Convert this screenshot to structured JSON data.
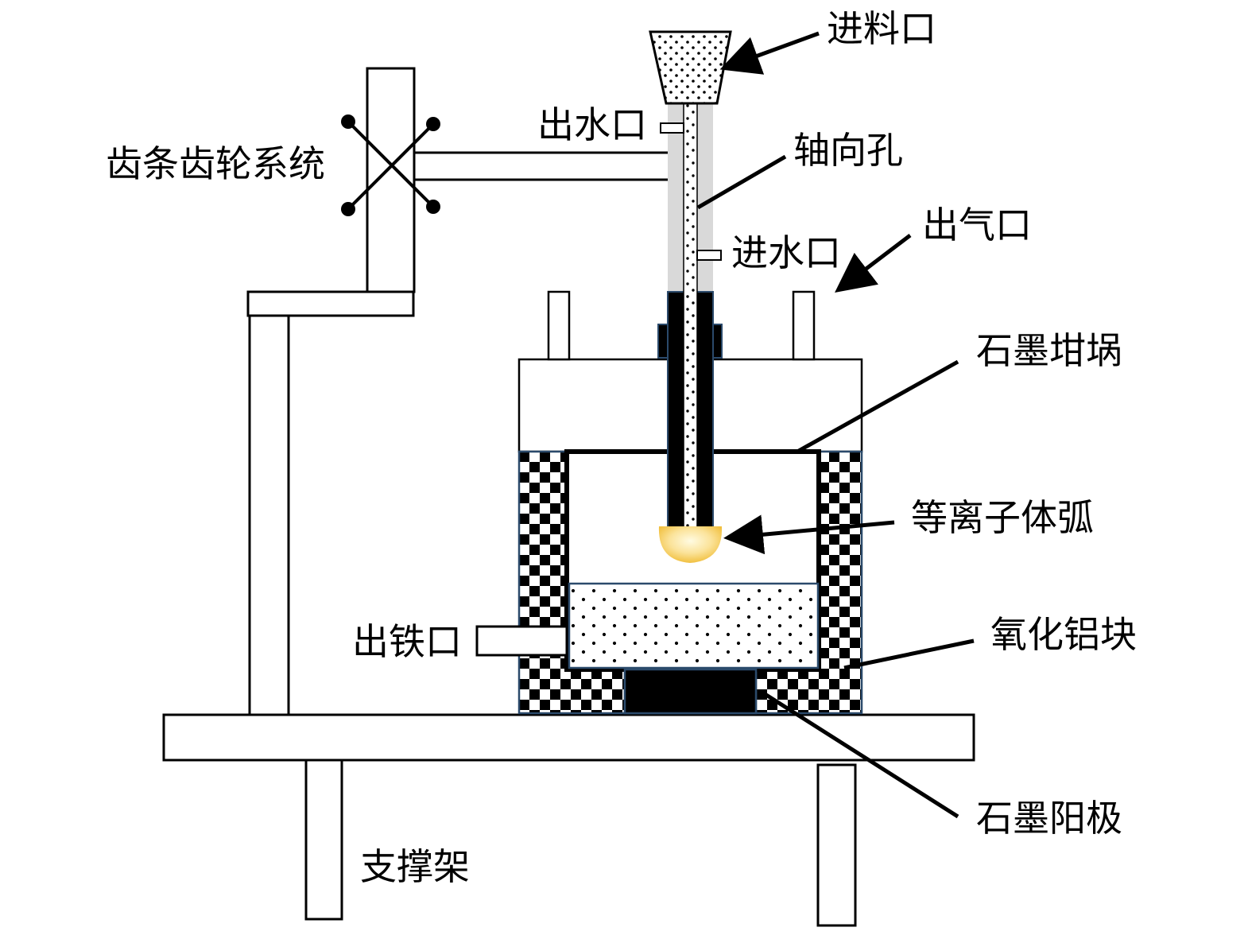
{
  "labels": {
    "feed_inlet": "进料口",
    "water_outlet": "出水口",
    "axial_hole": "轴向孔",
    "rack_pinion": "齿条齿轮系统",
    "gas_outlet": "出气口",
    "water_inlet": "进水口",
    "graphite_crucible": "石墨坩埚",
    "plasma_arc": "等离子体弧",
    "iron_outlet": "出铁口",
    "alumina_block": "氧化铝块",
    "graphite_anode": "石墨阳极",
    "support_frame": "支撑架"
  },
  "colors": {
    "line": "#000000",
    "outline_blue": "#2b4a6b",
    "electrode_gray": "#d9d9d9",
    "arc_core": "#fff6c8",
    "arc_edge": "#f3c64a"
  }
}
